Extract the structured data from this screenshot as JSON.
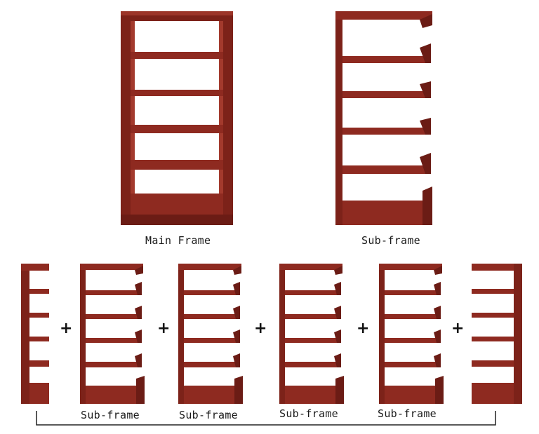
{
  "labels": {
    "main_frame": "Main Frame",
    "sub_frame_top": "Sub-frame",
    "sub_frame_1": "Sub-frame",
    "sub_frame_2": "Sub-frame",
    "sub_frame_3": "Sub-frame",
    "sub_frame_4": "Sub-frame"
  },
  "symbols": {
    "plus": "+"
  },
  "colors": {
    "wood": "#8e2a20",
    "wood_dark": "#5f1611",
    "wood_light": "#b0473a",
    "background": "#ffffff"
  }
}
